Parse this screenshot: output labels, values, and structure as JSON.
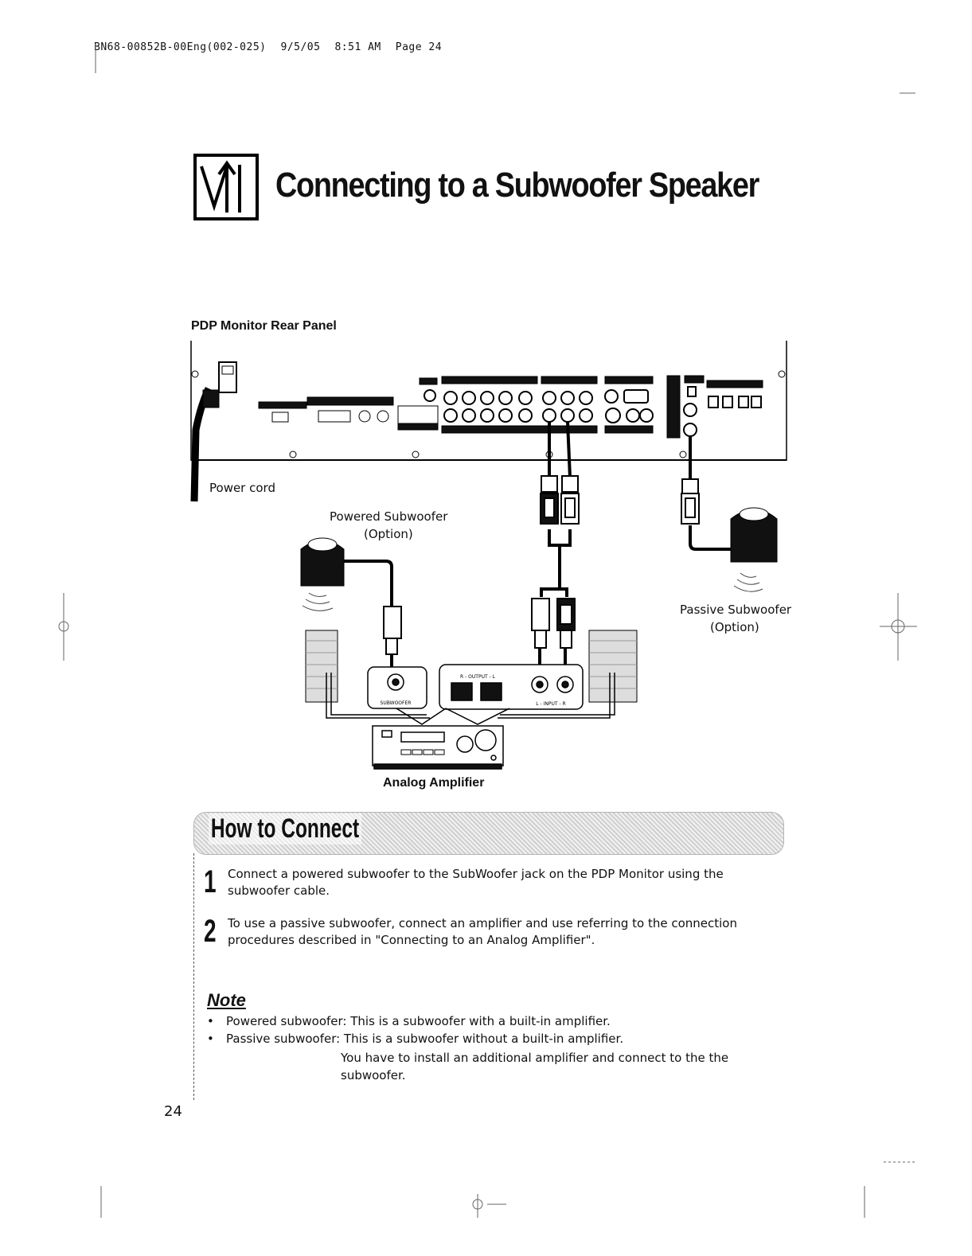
{
  "print_header": {
    "job": "BN68-00852B-00Eng(002-025)",
    "date": "9/5/05",
    "time": "8:51 AM",
    "page_label": "Page 24"
  },
  "title": "Connecting to a Subwoofer Speaker",
  "diagram": {
    "panel_label": "PDP Monitor Rear Panel",
    "power_cord_label": "Power cord",
    "powered_sub_label": "Powered Subwoofer",
    "powered_sub_option": "(Option)",
    "passive_sub_label": "Passive Subwoofer",
    "passive_sub_option": "(Option)",
    "amp_label": "Analog Amplifier",
    "subwoofer_jack_label": "SUBWOOFER",
    "output_label": "R - OUTPUT - L",
    "input_label": "L - INPUT - R"
  },
  "how_to": {
    "heading": "How to Connect",
    "steps": [
      {
        "num": "1",
        "text": "Connect a powered subwoofer to the SubWoofer jack on the PDP Monitor using the subwoofer cable."
      },
      {
        "num": "2",
        "text": "To use a passive subwoofer, connect an amplifier and use referring to the connection procedures described in \"Connecting to an Analog Amplifier\"."
      }
    ]
  },
  "note": {
    "heading": "Note",
    "bullet": "•",
    "items": [
      "Powered subwoofer: This is a subwoofer with a built-in amplifier.",
      "Passive subwoofer: This is a subwoofer without a built-in amplifier."
    ],
    "continuation": "You have to install an additional amplifier and connect to the the subwoofer."
  },
  "page_number": "24",
  "colors": {
    "ink": "#111111",
    "shade": "#cfcfcf"
  }
}
